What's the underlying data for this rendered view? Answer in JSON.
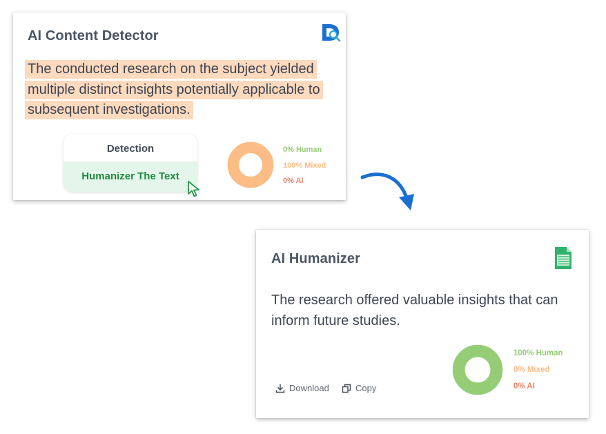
{
  "detector": {
    "title": "AI Content Detector",
    "logo_icon": "detector-logo-icon",
    "text": "The conducted research on the subject yielded multiple distinct insights potentially applicable to subsequent investigations.",
    "detection_label": "Detection",
    "humanize_button": "Humanizer The Text",
    "result": {
      "human": "0% Human",
      "mixed": "100% Mixed",
      "ai": "0% AI",
      "human_pct": 0,
      "mixed_pct": 100,
      "ai_pct": 0
    }
  },
  "humanizer": {
    "title": "AI Humanizer",
    "doc_icon": "document-icon",
    "text": "The research offered valuable insights that can inform future studies.",
    "download_label": "Download",
    "copy_label": "Copy",
    "result": {
      "human": "100% Human",
      "mixed": "0% Mixed",
      "ai": "0% AI",
      "human_pct": 100,
      "mixed_pct": 0,
      "ai_pct": 0
    }
  },
  "colors": {
    "human": "#95cd76",
    "mixed": "#fcbc85",
    "ai": "#ec8466",
    "highlight": "#fdd9bd",
    "button_green": "#1e8a3c",
    "arrow_blue": "#1a6fd1"
  }
}
